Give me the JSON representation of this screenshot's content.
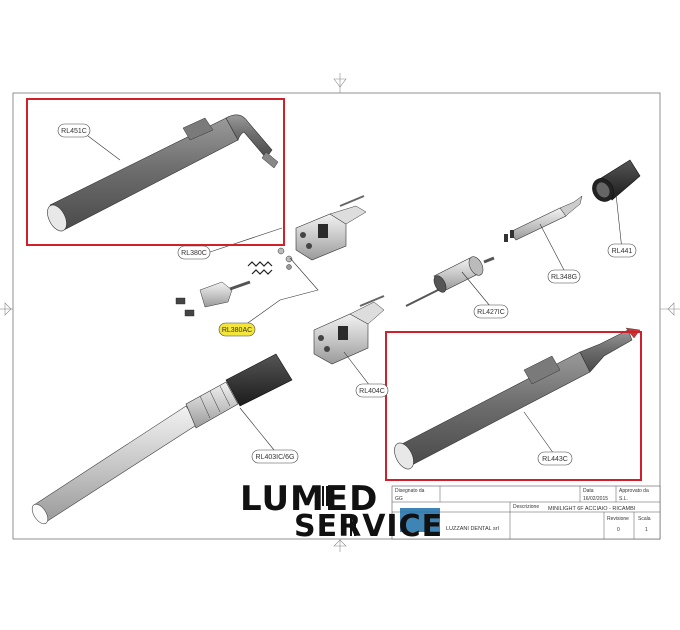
{
  "parts": {
    "rl451c": "RL451C",
    "rl380c": "RL380C",
    "rl380ac": "RL380AC",
    "rl441": "RL441",
    "rl348g": "RL348G",
    "rl427ic": "RL427IC",
    "rl404c": "RL404C",
    "rl403ic": "RL403IC/6G",
    "rl443c": "RL443C"
  },
  "title_block": {
    "designer_label": "Disegnato da",
    "designer": "GG",
    "date_label": "Data",
    "date": "16/02/2015",
    "approved_label": "Approvato da",
    "approved": "S.L.",
    "description_label": "Descrizione",
    "description": "MINILIGHT 6F ACCIAIO - RICAMBI",
    "company": "LUZZANI DENTAL srl",
    "revision_label": "Revisione",
    "revision": "0",
    "sheet_label": "Scala",
    "sheet": "1"
  },
  "brand": {
    "line1": "LUMED",
    "line2": "SERVICE"
  },
  "colors": {
    "highlight_frame": "#d0202a",
    "callout_highlight": "#f4e53a"
  }
}
